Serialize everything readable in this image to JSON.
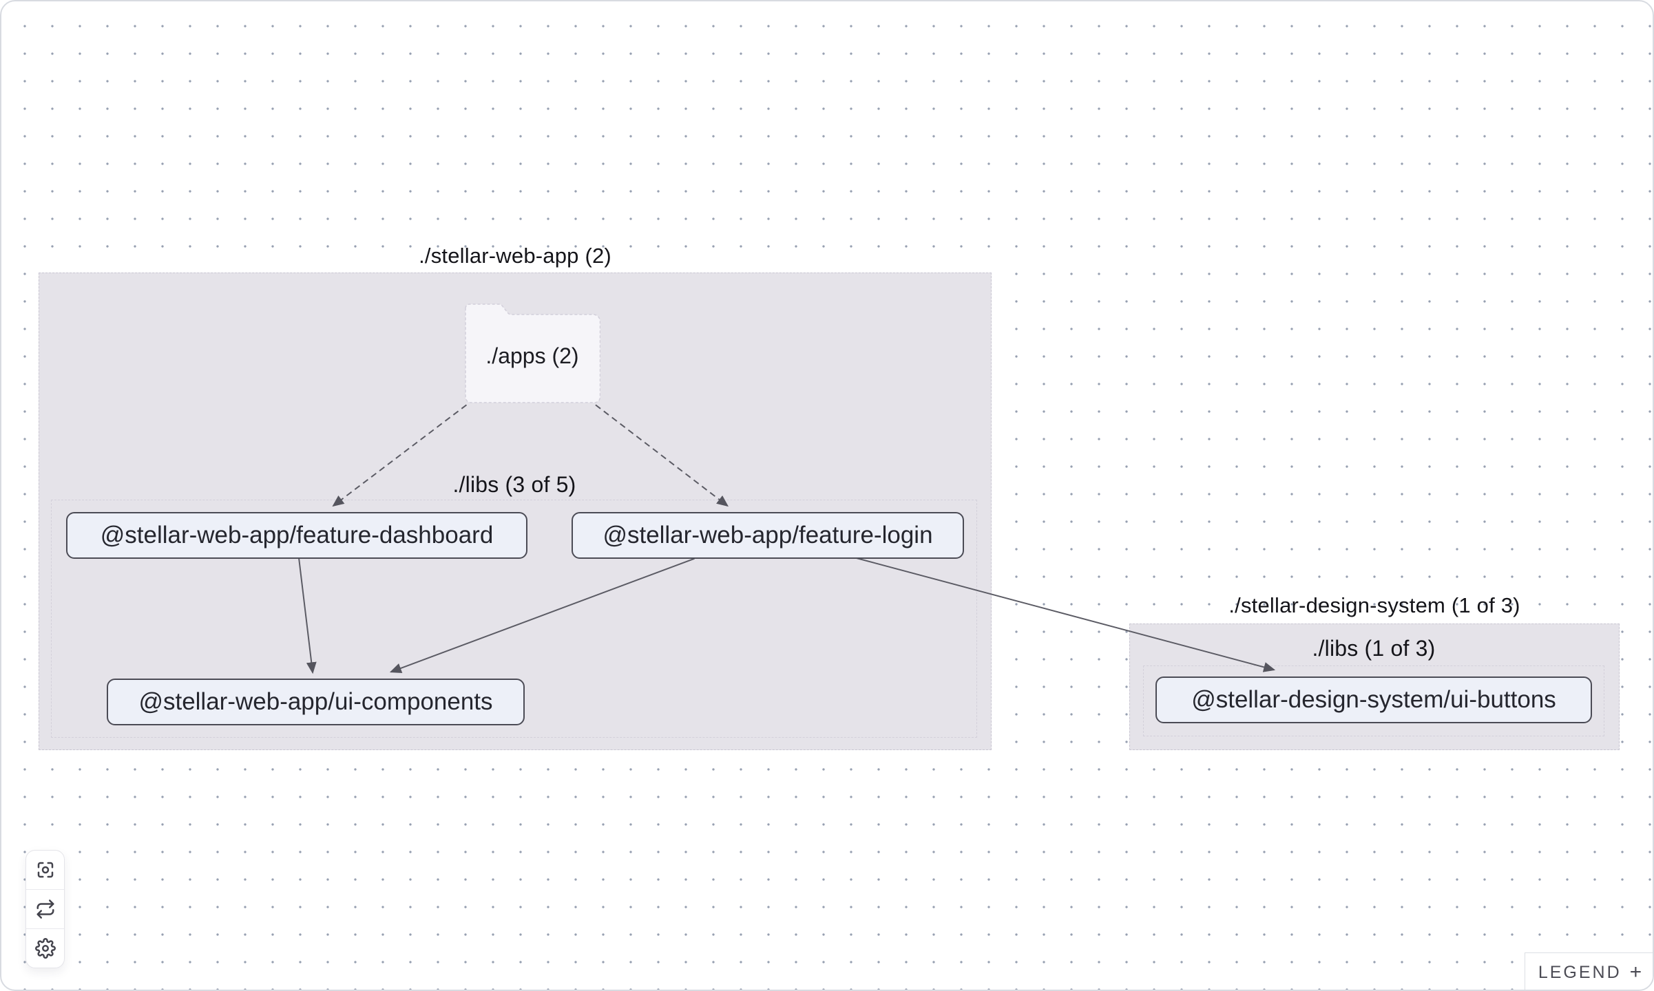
{
  "colors": {
    "canvas_bg": "#ffffff",
    "dot": "#97a0b1",
    "container_fill": "#e5e3e9",
    "container_border": "#c9c6d2",
    "node_fill": "#edf0f8",
    "node_border": "#4b4b55",
    "node_text": "#25262e",
    "edge": "#5b5b64",
    "folder_fill": "#f6f5f9"
  },
  "graph": {
    "groups": [
      {
        "label": "./stellar-web-app (2)"
      },
      {
        "label": "./stellar-design-system (1 of 3)"
      }
    ],
    "folders": [
      {
        "label": "./apps (2)"
      },
      {
        "label": "./libs (3 of 5)"
      },
      {
        "label": "./libs (1 of 3)"
      }
    ],
    "nodes": [
      {
        "label": "@stellar-web-app/feature-dashboard"
      },
      {
        "label": "@stellar-web-app/feature-login"
      },
      {
        "label": "@stellar-web-app/ui-components"
      },
      {
        "label": "@stellar-design-system/ui-buttons"
      }
    ],
    "edges": [
      {
        "from": "./apps",
        "to": "@stellar-web-app/feature-dashboard",
        "style": "dashed"
      },
      {
        "from": "./apps",
        "to": "@stellar-web-app/feature-login",
        "style": "dashed"
      },
      {
        "from": "@stellar-web-app/feature-dashboard",
        "to": "@stellar-web-app/ui-components",
        "style": "solid"
      },
      {
        "from": "@stellar-web-app/feature-login",
        "to": "@stellar-web-app/ui-components",
        "style": "solid"
      },
      {
        "from": "@stellar-web-app/feature-login",
        "to": "@stellar-design-system/ui-buttons",
        "style": "solid"
      }
    ]
  },
  "toolbar": {
    "buttons": [
      {
        "icon": "focus-icon"
      },
      {
        "icon": "refresh-icon"
      },
      {
        "icon": "settings-icon"
      }
    ]
  },
  "legend": {
    "label": "LEGEND",
    "expand": "+"
  }
}
